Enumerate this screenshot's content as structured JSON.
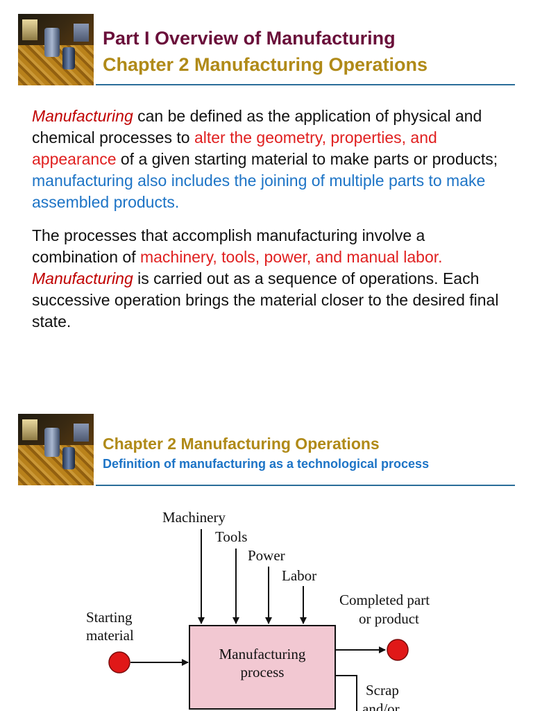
{
  "slide1": {
    "title_part": "Part I Overview of Manufacturing",
    "title_chapter": "Chapter 2 Manufacturing Operations",
    "paragraph1": {
      "s1": "Manufacturing",
      "s2": " can be defined as the application of physical and chemical processes to ",
      "s3": "alter the geometry, properties, and appearance",
      "s4": " of a given starting material to make parts or products; ",
      "s5": "manufacturing also includes the joining of multiple parts to make assembled products."
    },
    "paragraph2": {
      "s1": "The processes that accomplish manufacturing involve a combination of ",
      "s2": "machinery, tools, power, and manual labor.",
      "s3": "Manufacturing",
      "s4": " is carried out as a sequence of operations. Each successive operation brings the material closer to the desired final state."
    }
  },
  "slide2": {
    "title": "Chapter 2  Manufacturing Operations",
    "subtitle": "Definition of manufacturing as a technological process",
    "diagram": {
      "inputs": [
        "Machinery",
        "Tools",
        "Power",
        "Labor"
      ],
      "starting_line1": "Starting",
      "starting_line2": "material",
      "process_line1": "Manufacturing",
      "process_line2": "process",
      "output_line1": "Completed part",
      "output_line2": "or product",
      "scrap_line1": "Scrap",
      "scrap_line2": "and/or"
    }
  },
  "colors": {
    "part_title": "#6a0f3a",
    "chapter_title": "#b08a18",
    "rule": "#2a6d99",
    "emphasis_red": "#e02020",
    "emphasis_blue": "#1d74c6",
    "process_box": "#f2c8d2",
    "material_dot": "#e01818"
  },
  "icons": [
    "circuit-board-thumbnail"
  ]
}
